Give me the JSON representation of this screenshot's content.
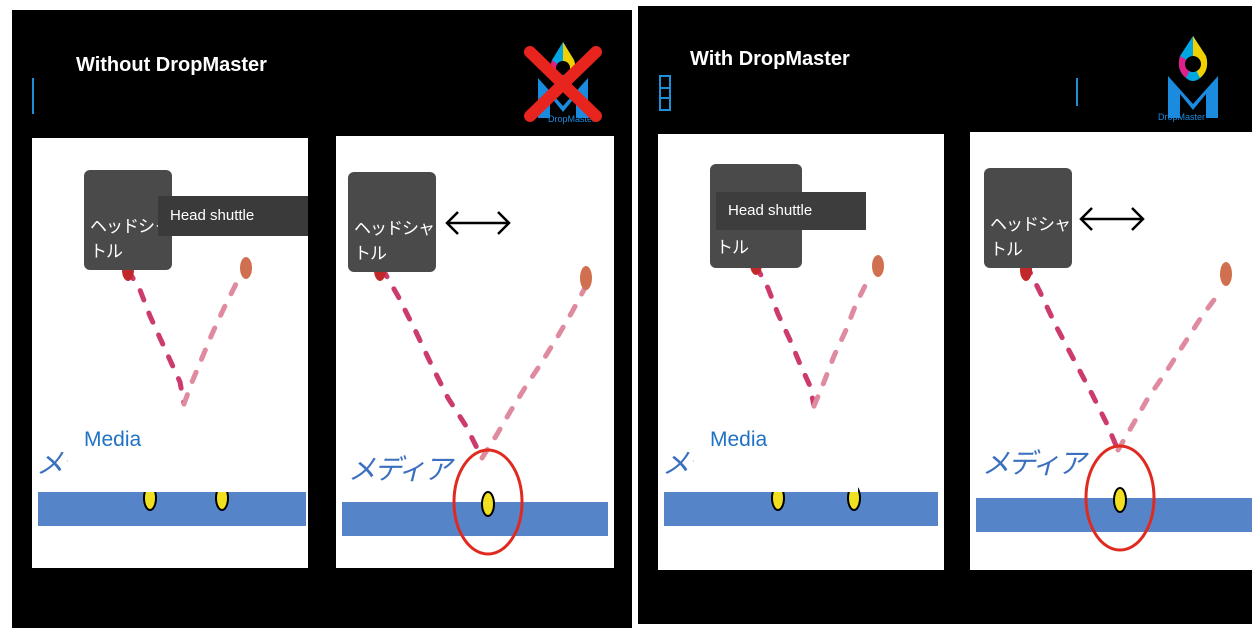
{
  "left": {
    "title": "Without DropMaster",
    "logo_text": "DropMaster",
    "panel1": {
      "shuttle_jp": "ヘッドシャトル",
      "shuttle_en": "Head shuttle",
      "media_jp": "メテ",
      "media_en": "Media"
    },
    "panel2": {
      "shuttle_jp": "ヘッドシャトル",
      "media_jp": "メディア"
    }
  },
  "right": {
    "title": "With DropMaster",
    "logo_text": "DropMaster",
    "panel1": {
      "shuttle_jp": "ヘッドシャトル",
      "shuttle_en": "Head shuttle",
      "media_jp": "メテ",
      "media_en": "Media"
    },
    "panel2": {
      "shuttle_jp": "ヘッドシャトル",
      "media_jp": "メディア"
    }
  },
  "colors": {
    "background": "#000000",
    "media_bar": "#5584c8",
    "drop_red": "#c0282a",
    "drop_orange": "#d07050",
    "trail_pink": "#cc3a6e",
    "highlight_circle": "#e02a20",
    "drop_yellow": "#f0e020",
    "shuttle_box": "#4a4a4a",
    "media_label": "#1f72c4",
    "cross": "#e8241e"
  },
  "icons": [
    "dropmaster-logo-icon",
    "cross-mark-icon",
    "double-arrow-icon"
  ]
}
